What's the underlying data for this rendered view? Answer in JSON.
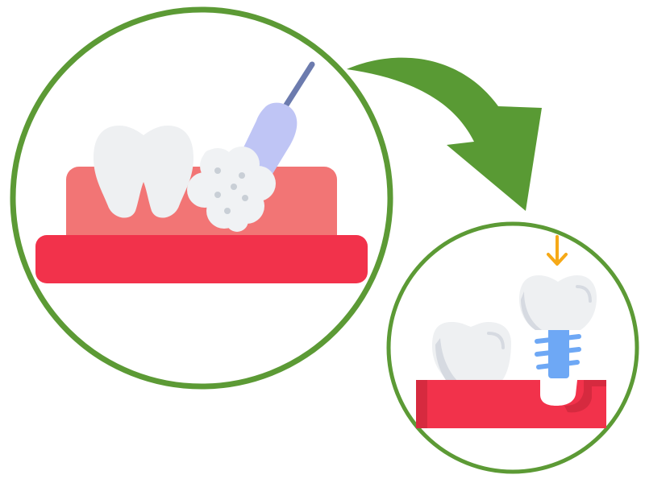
{
  "illustration": {
    "before_panel": {
      "teeth": [
        "molar",
        "decayed-tooth"
      ],
      "tool": "dental-drill"
    },
    "transition": {
      "arrow": "curved-arrow"
    },
    "after_panel": {
      "teeth": [
        "molar",
        "implant-crown"
      ],
      "implant": "screw-implant",
      "indicator": "down-arrow"
    }
  },
  "colors": {
    "circle_border": "#5C9A35",
    "arrow": "#599A34",
    "gum_top": "#F27575",
    "gum_base": "#F2324B",
    "tooth": "#EEF0F2",
    "tooth_shade": "#D6DAE1",
    "decay": "#F0F2F4",
    "decay_dots": "#C9CFD6",
    "drill_body": "#BFC5F5",
    "drill_bit": "#6C7BAE",
    "implant_screw": "#6EA8F5",
    "indicator_arrow": "#F6A917",
    "gum_after": "#F2324B",
    "gum_after_dark": "#D62A3F"
  }
}
